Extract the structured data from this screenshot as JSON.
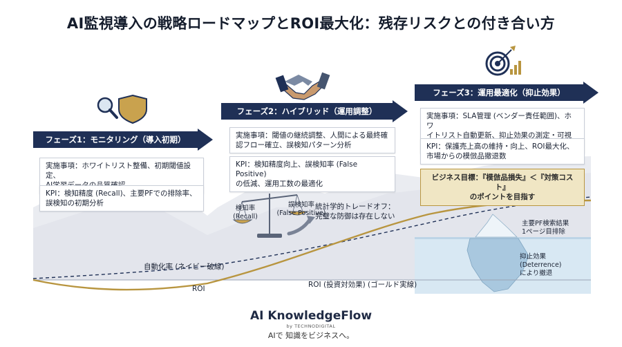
{
  "title": "AI監視導入の戦略ロードマップとROI最大化：残存リスクとの付き合い方",
  "phases": [
    {
      "name": "フェーズ1：モニタリング（導入初期）",
      "actions": [
        "実施事項：ホワイトリスト整備、初期閾値設定、",
        "AI学習データの品質確認"
      ],
      "kpi": [
        "KPI：検知精度 (Recall)、主要PFでの排除率、",
        "誤検知の初期分析"
      ]
    },
    {
      "name": "フェーズ2：ハイブリッド（運用調整）",
      "actions": [
        "実施事項：閾値の継続調整、人間による最終確",
        "認フロー確立、誤検知パターン分析"
      ],
      "kpi": [
        "KPI：検知精度向上、誤検知率 (False Positive)",
        "の低減、運用工数の最適化"
      ]
    },
    {
      "name": "フェーズ3：運用最適化（抑止効果）",
      "actions": [
        "実施事項：SLA管理 (ベンダー責任範囲)、ホワ",
        "イトリスト自動更新、抑止効果の測定・可視化"
      ],
      "kpi": [
        "KPI：保護売上高の維持・向上、ROI最大化、",
        "市場からの模倣品撤退数"
      ]
    }
  ],
  "goal": [
    "ビジネス目標：『模倣品損失』＜『対策コスト』",
    "のポイントを目指す"
  ],
  "scale": {
    "left": [
      "検知率",
      "(Recall)"
    ],
    "right": [
      "誤検知率",
      "(False Positive)"
    ]
  },
  "tradeoff": [
    "統計学的トレードオフ：",
    "完璧な防御は存在しない"
  ],
  "iceberg": {
    "top": [
      "主要PF検索結果",
      "1ページ目排除"
    ],
    "bottom": [
      "抑止効果",
      "(Deterrence)",
      "により撤退"
    ]
  },
  "curves": {
    "automation_label": "自動化率 (ネイビー破線)",
    "roi_short": "ROI",
    "roi_label": "ROI (投資対効果) (ゴールド実線)"
  },
  "colors": {
    "navy": "#1f3056",
    "gold": "#b8953f",
    "goal_fill": "#f0e6c4",
    "water": "#d8e8f3"
  },
  "icons": [
    "magnifier-icon",
    "shield-icon",
    "handshake-icon",
    "target-icon"
  ],
  "brand": {
    "name": "AI KnowledgeFlow",
    "by": "by TECHNODIGITAL",
    "tagline": "AIで 知識をビジネスへ。"
  }
}
